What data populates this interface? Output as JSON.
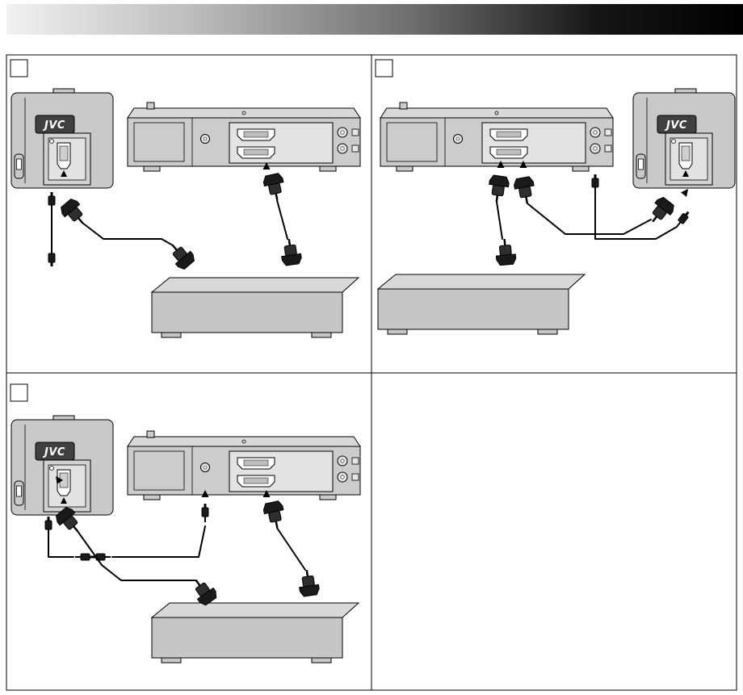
{
  "page": {
    "type": "manual-connection-diagram-page",
    "background": "#ffffff"
  },
  "header": {
    "style": "gradient-bar",
    "from_color": "#f2f2f2",
    "to_color": "#000000"
  },
  "brand": "JVC",
  "panels": [
    {
      "id": "panel-a",
      "label": "",
      "position": "top-left",
      "devices": [
        "tv-rear",
        "vcr-rear",
        "receiver-box"
      ],
      "connections": [
        "tv-rf-cable",
        "tv-scart-to-receiver-scart",
        "vcr-scart-to-receiver-scart"
      ]
    },
    {
      "id": "panel-b",
      "label": "",
      "position": "top-right",
      "devices": [
        "vcr-rear",
        "tv-rear",
        "receiver-box"
      ],
      "connections": [
        "vcr-scart-to-receiver-scart",
        "vcr-scart-to-tv-scart",
        "vcr-rf-to-tv"
      ]
    },
    {
      "id": "panel-c",
      "label": "",
      "position": "bottom-left",
      "devices": [
        "tv-rear",
        "vcr-rear",
        "receiver-box"
      ],
      "connections": [
        "tv-rf-to-vcr-rf",
        "tv-scart-to-receiver-scart",
        "vcr-scart-to-receiver-scart"
      ]
    }
  ],
  "colors": {
    "device": "#c9c9c9",
    "device_light": "#d9d9d9",
    "panel_inset": "#e3e3e3",
    "logo_bg": "#404040",
    "line": "#000000"
  }
}
